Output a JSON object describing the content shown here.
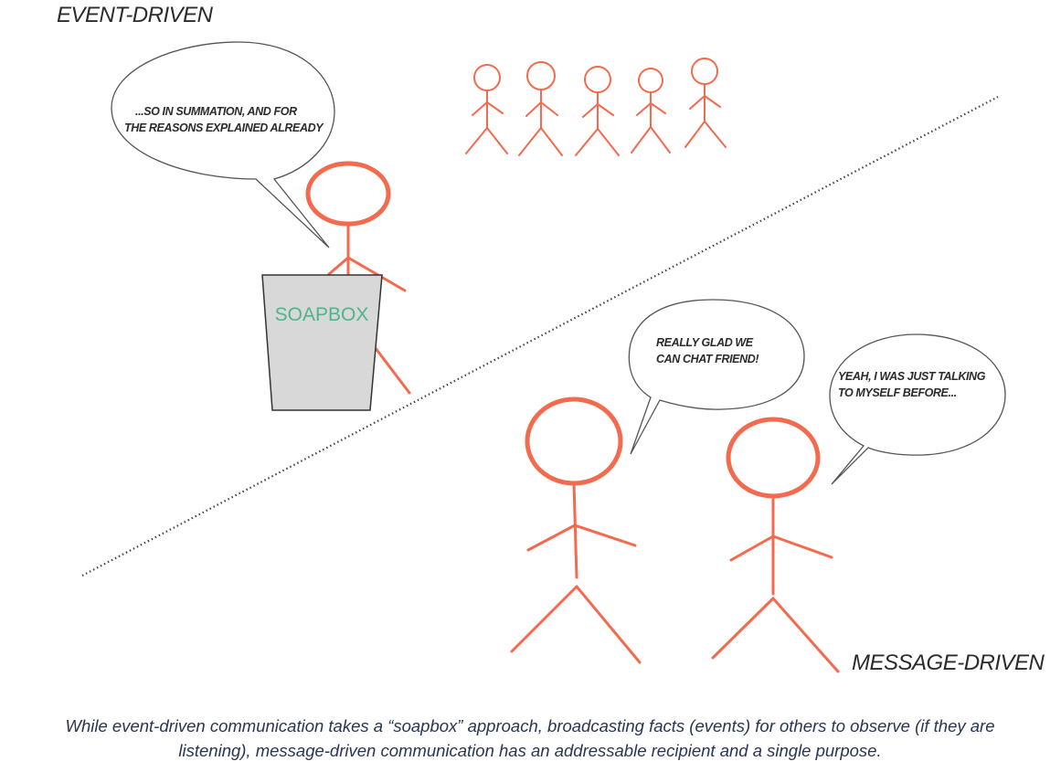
{
  "sections": {
    "event_driven": "EVENT-DRIVEN",
    "message_driven": "MESSAGE-DRIVEN"
  },
  "bubbles": {
    "speaker": [
      "...SO IN SUMMATION, AND FOR",
      "THE REASONS EXPLAINED ALREADY"
    ],
    "friend_left": [
      "REALLY GLAD WE",
      "CAN CHAT FRIEND!"
    ],
    "friend_right": [
      "YEAH, I WAS JUST TALKING",
      "TO MYSELF BEFORE..."
    ]
  },
  "soapbox_label": "SOAPBOX",
  "caption": "While event-driven communication takes a “soapbox” approach, broadcasting facts (events) for others to observe (if they are listening), message-driven communication has an addressable recipient and a single purpose.",
  "colors": {
    "figure": "#f26b4e",
    "soapbox_fill": "#d8d8d8",
    "soapbox_text": "#4cb58c",
    "divider": "#444444",
    "caption": "#2a3552"
  }
}
